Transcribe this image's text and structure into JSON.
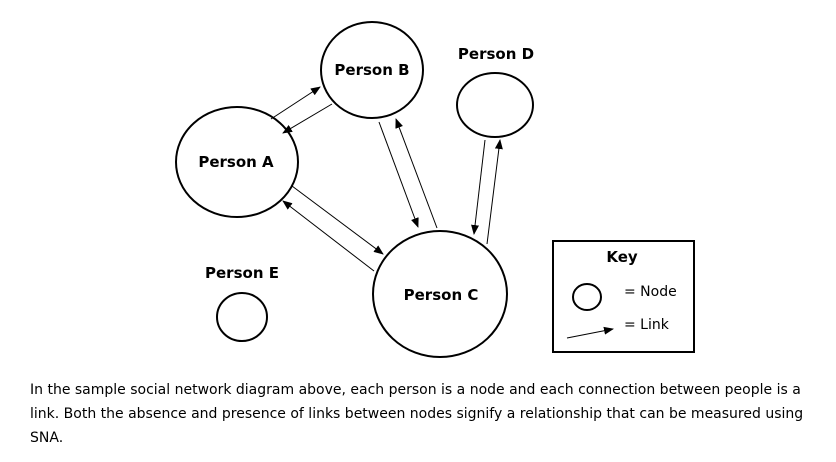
{
  "nodes": {
    "a": {
      "label": "Person A"
    },
    "b": {
      "label": "Person B"
    },
    "c": {
      "label": "Person C"
    },
    "d": {
      "label": "Person D"
    },
    "e": {
      "label": "Person E"
    }
  },
  "key": {
    "title": "Key",
    "node_label": "= Node",
    "link_label": "= Link"
  },
  "caption": "In the sample social network diagram above, each person is a node and each connection between people is a link. Both the absence and presence of links between nodes signify a relationship that can be measured using SNA."
}
